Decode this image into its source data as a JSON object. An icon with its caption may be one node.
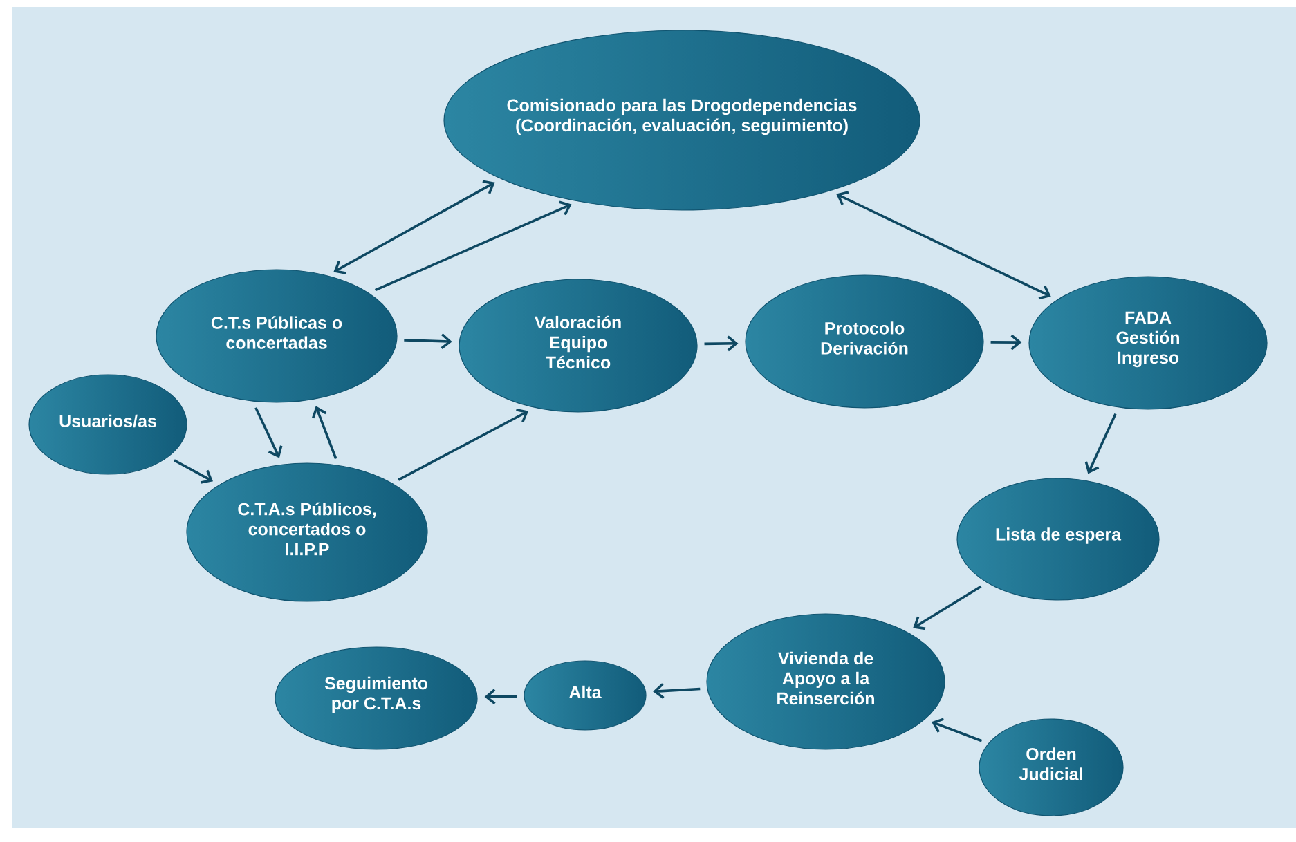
{
  "diagram": {
    "nodes": [
      {
        "text": [
          "Comisionado para las Drogodependencias (Coordinación, evaluación, seguimiento)"
        ]
      },
      {
        "text": [
          "C.T.s Públicas o concertadas"
        ]
      },
      {
        "text": [
          "Valoración Equipo Técnico"
        ]
      },
      {
        "text": [
          "Protocolo Derivación"
        ]
      },
      {
        "text": [
          "FADA Gestión Ingreso"
        ]
      },
      {
        "text": [
          "Usuarios/as"
        ]
      },
      {
        "text": [
          "C.T.A.s Públicos, concertados o I.I.P.P"
        ]
      },
      {
        "text": [
          "Lista de espera"
        ]
      },
      {
        "text": [
          "Vivienda de Apoyo a la Reinserción"
        ]
      },
      {
        "text": [
          "Alta"
        ]
      },
      {
        "text": [
          "Seguimiento por C.T.A.s"
        ]
      },
      {
        "text": [
          "Orden Judicial"
        ]
      }
    ],
    "edges": [
      {
        "from": 1,
        "to": 0,
        "arrow": "both"
      },
      {
        "from": 1,
        "to": 0,
        "arrow": "to"
      },
      {
        "from": 1,
        "to": 2,
        "arrow": "to"
      },
      {
        "from": 2,
        "to": 3,
        "arrow": "to"
      },
      {
        "from": 3,
        "to": 4,
        "arrow": "to"
      },
      {
        "from": 0,
        "to": 4,
        "arrow": "both"
      },
      {
        "from": 4,
        "to": 7,
        "arrow": "to"
      },
      {
        "from": 7,
        "to": 8,
        "arrow": "to"
      },
      {
        "from": 11,
        "to": 8,
        "arrow": "to"
      },
      {
        "from": 8,
        "to": 9,
        "arrow": "to"
      },
      {
        "from": 9,
        "to": 10,
        "arrow": "to"
      },
      {
        "from": 1,
        "to": 6,
        "arrow": "to"
      },
      {
        "from": 6,
        "to": 1,
        "arrow": "to"
      },
      {
        "from": 6,
        "to": 2,
        "arrow": "to"
      },
      {
        "from": 5,
        "to": 6,
        "arrow": "to"
      }
    ]
  }
}
